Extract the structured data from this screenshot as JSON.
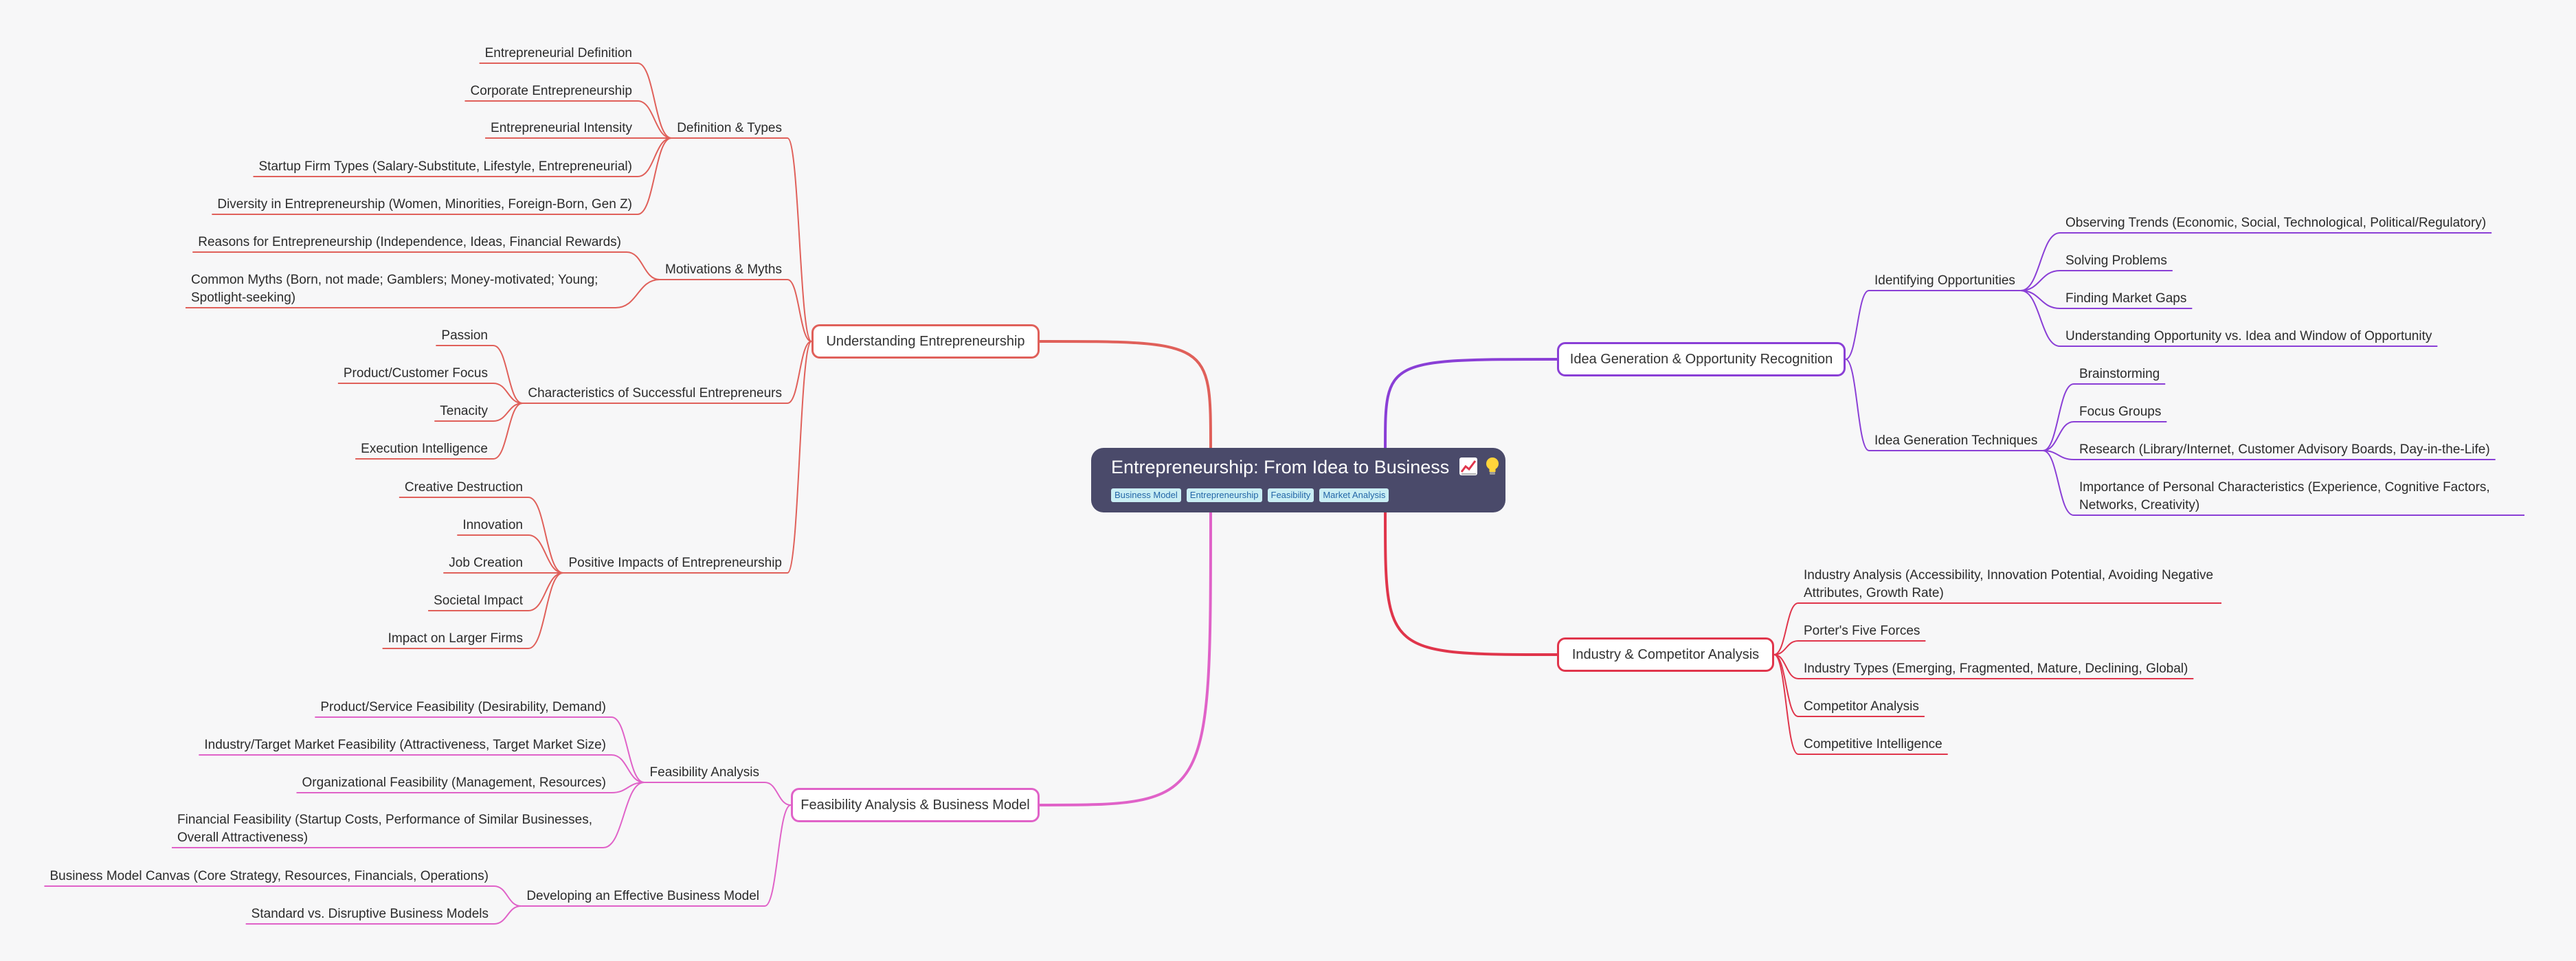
{
  "root": {
    "title": "Entrepreneurship: From Idea to Business",
    "icons": [
      "chart-increasing-icon",
      "light-bulb-icon"
    ],
    "tags": [
      "Business Model",
      "Entrepreneurship",
      "Feasibility",
      "Market Analysis"
    ]
  },
  "branches": {
    "understanding": {
      "label": "Understanding Entrepreneurship",
      "color": "#e0605a",
      "subs": {
        "definition": {
          "label": "Definition & Types",
          "leaves": [
            "Entrepreneurial Definition",
            "Corporate Entrepreneurship",
            "Entrepreneurial Intensity",
            "Startup Firm Types (Salary-Substitute, Lifestyle, Entrepreneurial)",
            "Diversity in Entrepreneurship (Women, Minorities, Foreign-Born, Gen Z)"
          ]
        },
        "motivations": {
          "label": "Motivations & Myths",
          "leaves": [
            "Reasons for Entrepreneurship (Independence, Ideas, Financial Rewards)",
            "Common Myths (Born, not made; Gamblers; Money-motivated; Young; Spotlight-seeking)"
          ]
        },
        "characteristics": {
          "label": "Characteristics of Successful Entrepreneurs",
          "leaves": [
            "Passion",
            "Product/Customer Focus",
            "Tenacity",
            "Execution Intelligence"
          ]
        },
        "impacts": {
          "label": "Positive Impacts of Entrepreneurship",
          "leaves": [
            "Creative Destruction",
            "Innovation",
            "Job Creation",
            "Societal Impact",
            "Impact on Larger Firms"
          ]
        }
      }
    },
    "feasibility": {
      "label": "Feasibility Analysis & Business Model",
      "color": "#e062c8",
      "subs": {
        "analysis": {
          "label": "Feasibility Analysis",
          "leaves": [
            "Product/Service Feasibility (Desirability, Demand)",
            "Industry/Target Market Feasibility (Attractiveness, Target Market Size)",
            "Organizational Feasibility (Management, Resources)",
            "Financial Feasibility (Startup Costs, Performance of Similar Businesses, Overall Attractiveness)"
          ]
        },
        "model": {
          "label": "Developing an Effective Business Model",
          "leaves": [
            "Business Model Canvas (Core Strategy, Resources, Financials, Operations)",
            "Standard vs. Disruptive Business Models"
          ]
        }
      }
    },
    "idea": {
      "label": "Idea Generation & Opportunity Recognition",
      "color": "#8a3fd6",
      "subs": {
        "identifying": {
          "label": "Identifying Opportunities",
          "leaves": [
            "Observing Trends (Economic, Social, Technological, Political/Regulatory)",
            "Solving Problems",
            "Finding Market Gaps",
            "Understanding Opportunity vs. Idea and Window of Opportunity"
          ]
        },
        "techniques": {
          "label": "Idea Generation Techniques",
          "leaves": [
            "Brainstorming",
            "Focus Groups",
            "Research (Library/Internet, Customer Advisory Boards, Day-in-the-Life)",
            "Importance of Personal Characteristics (Experience, Cognitive Factors, Networks, Creativity)"
          ]
        }
      }
    },
    "industry": {
      "label": "Industry & Competitor Analysis",
      "color": "#e0354b",
      "leaves": [
        "Industry Analysis (Accessibility, Innovation Potential, Avoiding Negative Attributes, Growth Rate)",
        "Porter's Five Forces",
        "Industry Types (Emerging, Fragmented, Mature, Declining, Global)",
        "Competitor Analysis",
        "Competitive Intelligence"
      ]
    }
  }
}
